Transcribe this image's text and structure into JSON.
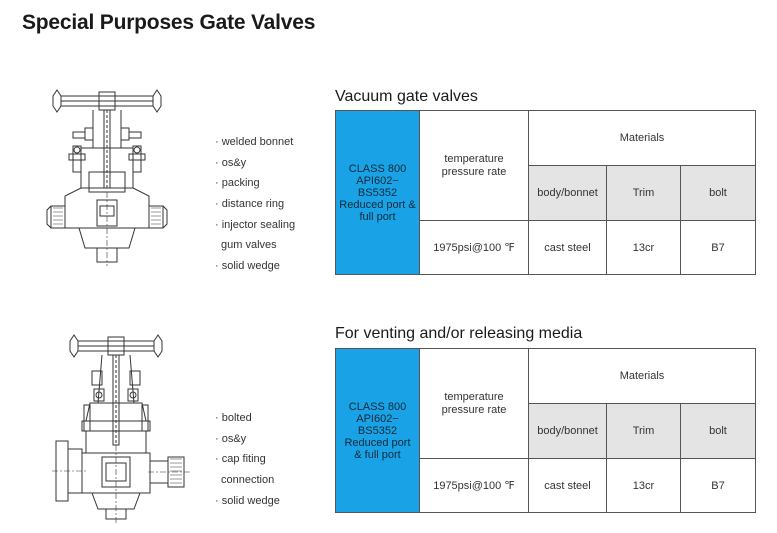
{
  "page": {
    "title": "Special Purposes Gate Valves"
  },
  "section1": {
    "title": "Vacuum gate valves",
    "features": [
      "· welded bonnet",
      "· os&y",
      "· packing",
      "· distance ring",
      "· injector sealing",
      "gum valves",
      "· solid wedge"
    ],
    "table": {
      "class_lines": [
        "CLASS 800",
        "API602−",
        "BS5352",
        "Reduced port &",
        "full port"
      ],
      "temp_lines": [
        "temperature",
        "pressure rate"
      ],
      "materials_header": "Materials",
      "headers": [
        "body/bonnet",
        "Trim",
        "bolt"
      ],
      "rating": "1975psi@100 ℉",
      "values": [
        "cast steel",
        "13cr",
        "B7"
      ]
    }
  },
  "section2": {
    "title": "For venting and/or releasing media",
    "features": [
      "· bolted",
      "· os&y",
      "· cap fiting",
      "connection",
      "· solid wedge"
    ],
    "table": {
      "class_lines": [
        "CLASS 800",
        "API602−",
        "BS5352",
        "Reduced port",
        "& full port"
      ],
      "temp_lines": [
        "temperature",
        "pressure rate"
      ],
      "materials_header": "Materials",
      "headers": [
        "body/bonnet",
        "Trim",
        "bolt"
      ],
      "rating": "1975psi@100 ℉",
      "values": [
        "cast steel",
        "13cr",
        "B7"
      ]
    }
  },
  "colors": {
    "class_cell": "#19a3e6",
    "header_grey": "#e4e4e4",
    "border": "#555555"
  }
}
